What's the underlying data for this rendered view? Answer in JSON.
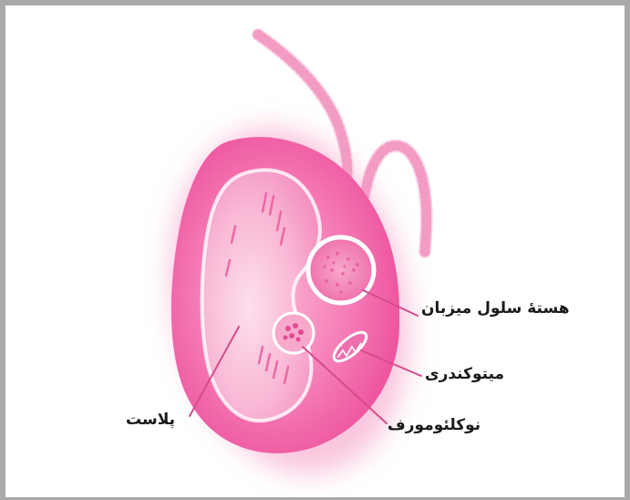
{
  "labels": {
    "host_nucleus": "هستۀ سلول میزبان",
    "mitochondrion": "میتوکندری",
    "nucleomorph": "نوکلئومورف",
    "plastid": "پلاست"
  },
  "colors": {
    "cell_fill": "#f05fa6",
    "glow": "#f9c6de",
    "outline": "#ffffff",
    "flagellum": "#e1458e",
    "leader_line": "#d64b8c",
    "frame": "#a9a9ab"
  }
}
